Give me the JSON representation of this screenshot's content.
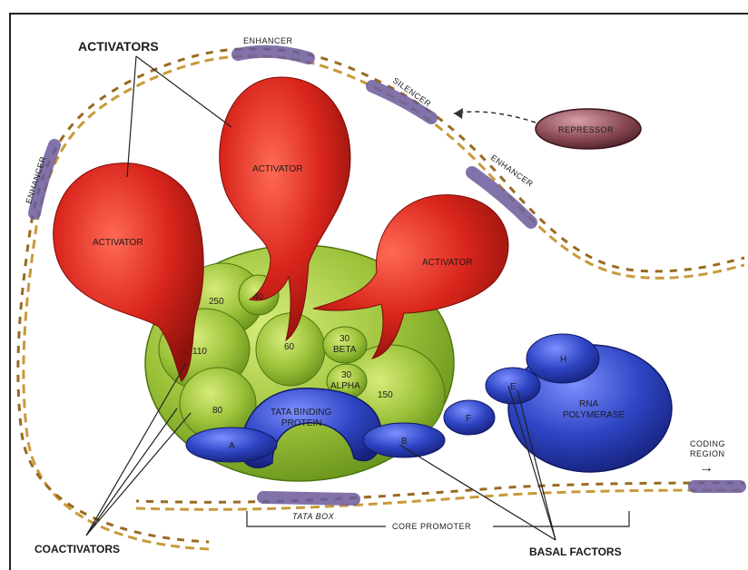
{
  "labels": {
    "activators": "ACTIVATORS",
    "enhancer_top": "ENHANCER",
    "enhancer_left": "ENHANCER",
    "enhancer_right": "ENHANCER",
    "silencer": "SILENCER",
    "repressor": "REPRESSOR",
    "activator_left": "ACTIVATOR",
    "activator_center": "ACTIVATOR",
    "activator_right": "ACTIVATOR",
    "coactivators": "COACTIVATORS",
    "basal_factors": "BASAL FACTORS",
    "tata_box": "TATA BOX",
    "core_promoter": "CORE PROMOTER",
    "coding_region_1": "CODING",
    "coding_region_2": "REGION",
    "coding_arrow": "→",
    "tbp_1": "TATA BINDING",
    "tbp_2": "PROTEIN",
    "rna_pol_1": "RNA",
    "rna_pol_2": "POLYMERASE",
    "factor_a": "A",
    "factor_b": "B",
    "factor_f": "F",
    "factor_e": "E",
    "factor_h": "H",
    "sub_250": "250",
    "sub_40": "40",
    "sub_60": "60",
    "sub_110": "110",
    "sub_80": "80",
    "sub_150": "150",
    "sub_30_beta_num": "30",
    "sub_30_beta_name": "BETA",
    "sub_30_alpha_num": "30",
    "sub_30_alpha_name": "ALPHA"
  },
  "colors": {
    "activator": "#d9251c",
    "coactivator": "#9cc23a",
    "basal": "#2e45c4",
    "repressor": "#8a4a55",
    "dna_strand": "#c89a3a",
    "regulatory_site": "#6b5a9a"
  }
}
